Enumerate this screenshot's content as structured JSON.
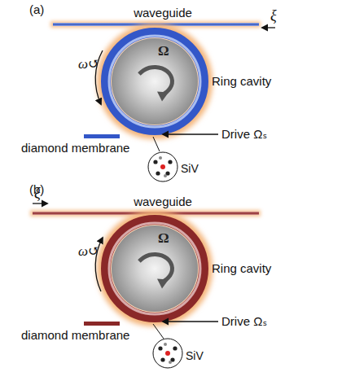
{
  "diagram": {
    "nodes": [
      {
        "text": [
          "Ω"
        ]
      },
      {
        "text": [
          "Ω"
        ]
      }
    ],
    "labels": [
      "(a)",
      "waveguide",
      "ξ",
      "ω↺",
      "Ring cavity",
      "Drive Ωₛ",
      "diamond membrane",
      "SiV",
      "(b)",
      "ξ",
      "waveguide",
      "ω↺",
      "Ring cavity",
      "Drive Ωₛ",
      "diamond membrane",
      "SiV"
    ]
  }
}
